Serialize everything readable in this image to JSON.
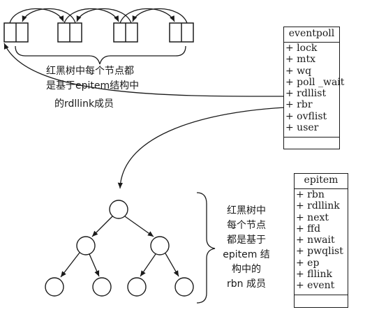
{
  "eventpoll": {
    "title": "eventpoll",
    "fields": [
      "+ lock",
      "+ mtx",
      "+ wq",
      "+ poll _wait",
      "+ rdllist",
      "+ rbr",
      "+ ovflist",
      "+ user"
    ]
  },
  "epitem": {
    "title": "epitem",
    "fields": [
      "+ rbn",
      "+ rdllink",
      "+ next",
      "+ ffd",
      "+ nwait",
      "+ pwqlist",
      "+ ep",
      "+ fllink",
      "+ event"
    ]
  },
  "list_note": {
    "lines": [
      "红黑树中每个节点都",
      "是基于epitem结构中",
      "的rdllink成员"
    ]
  },
  "tree_note": {
    "lines": [
      "红黑树中",
      "每个节点",
      "都是基于",
      "epitem 结",
      "构中的",
      "rbn 成员"
    ]
  }
}
